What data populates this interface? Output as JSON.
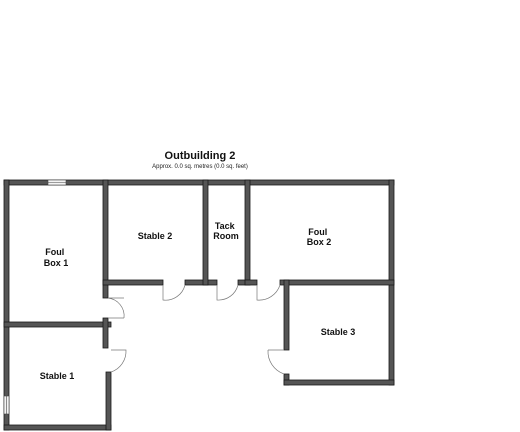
{
  "plan": {
    "title": "Outbuilding 2",
    "subtitle": "Approx. 0.0 sq. metres (0.0 sq. feet)"
  },
  "rooms": {
    "foul_box_1": [
      "Foul",
      "Box 1"
    ],
    "stable_2": [
      "Stable 2"
    ],
    "tack_room": [
      "Tack",
      "Room"
    ],
    "foul_box_2": [
      "Foul",
      "Box 2"
    ],
    "stable_3": [
      "Stable 3"
    ],
    "stable_1": [
      "Stable 1"
    ]
  },
  "colors": {
    "wall_fill": "#555555",
    "wall_stroke": "#1a1a1a",
    "door_stroke": "#777777",
    "window_fill": "#f4f4f4"
  }
}
